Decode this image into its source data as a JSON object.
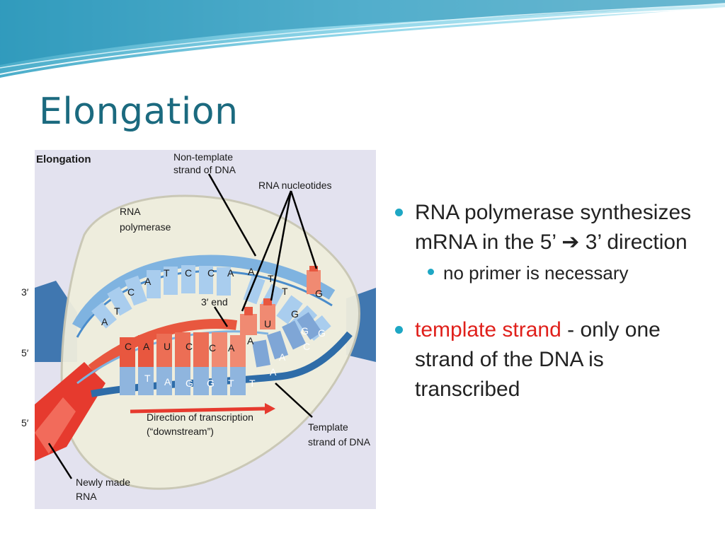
{
  "slide": {
    "title": "Elongation"
  },
  "figure": {
    "title": "Elongation",
    "labels": {
      "non_template_1": "Non-template",
      "non_template_2": "strand of DNA",
      "rna_nucleotides": "RNA nucleotides",
      "rna_polymerase_1": "RNA",
      "rna_polymerase_2": "polymerase",
      "three_prime_end": "3′ end",
      "direction_1": "Direction of transcription",
      "direction_2": "(“downstream”)",
      "template_1": "Template",
      "template_2": "strand of DNA",
      "newly_made_1": "Newly made",
      "newly_made_2": "RNA",
      "end_3_left": "3′",
      "end_5_left": "5′",
      "end_5_lower": "5′"
    },
    "top_strand_bases": [
      "A",
      "T",
      "C",
      "A",
      "T",
      "C",
      "C",
      "A",
      "A",
      "T",
      "T",
      "G",
      "G",
      "G"
    ],
    "rna_bases": [
      "C",
      "A",
      "U",
      "C",
      "C",
      "A",
      "A"
    ],
    "bottom_strand_bases": [
      "T",
      "A",
      "G",
      "G",
      "T",
      "T",
      "A",
      "A",
      "A",
      "C",
      "G"
    ],
    "free_nucleotides": [
      "G",
      "U"
    ],
    "colors": {
      "dna_blue": "#5b9bd5",
      "dna_dark": "#2e6ca8",
      "rna_red": "#e8573f",
      "rna_light": "#f08a72",
      "bubble": "#efeedd",
      "panel": "#e3e2ef"
    }
  },
  "bullets": [
    {
      "text": "RNA polymerase synthesizes mRNA in the 5’ ➔ 3’ direction",
      "sub": [
        "no primer is necessary"
      ]
    },
    {
      "highlight": "template strand",
      "text": " - only one strand of the DNA is transcribed"
    }
  ]
}
